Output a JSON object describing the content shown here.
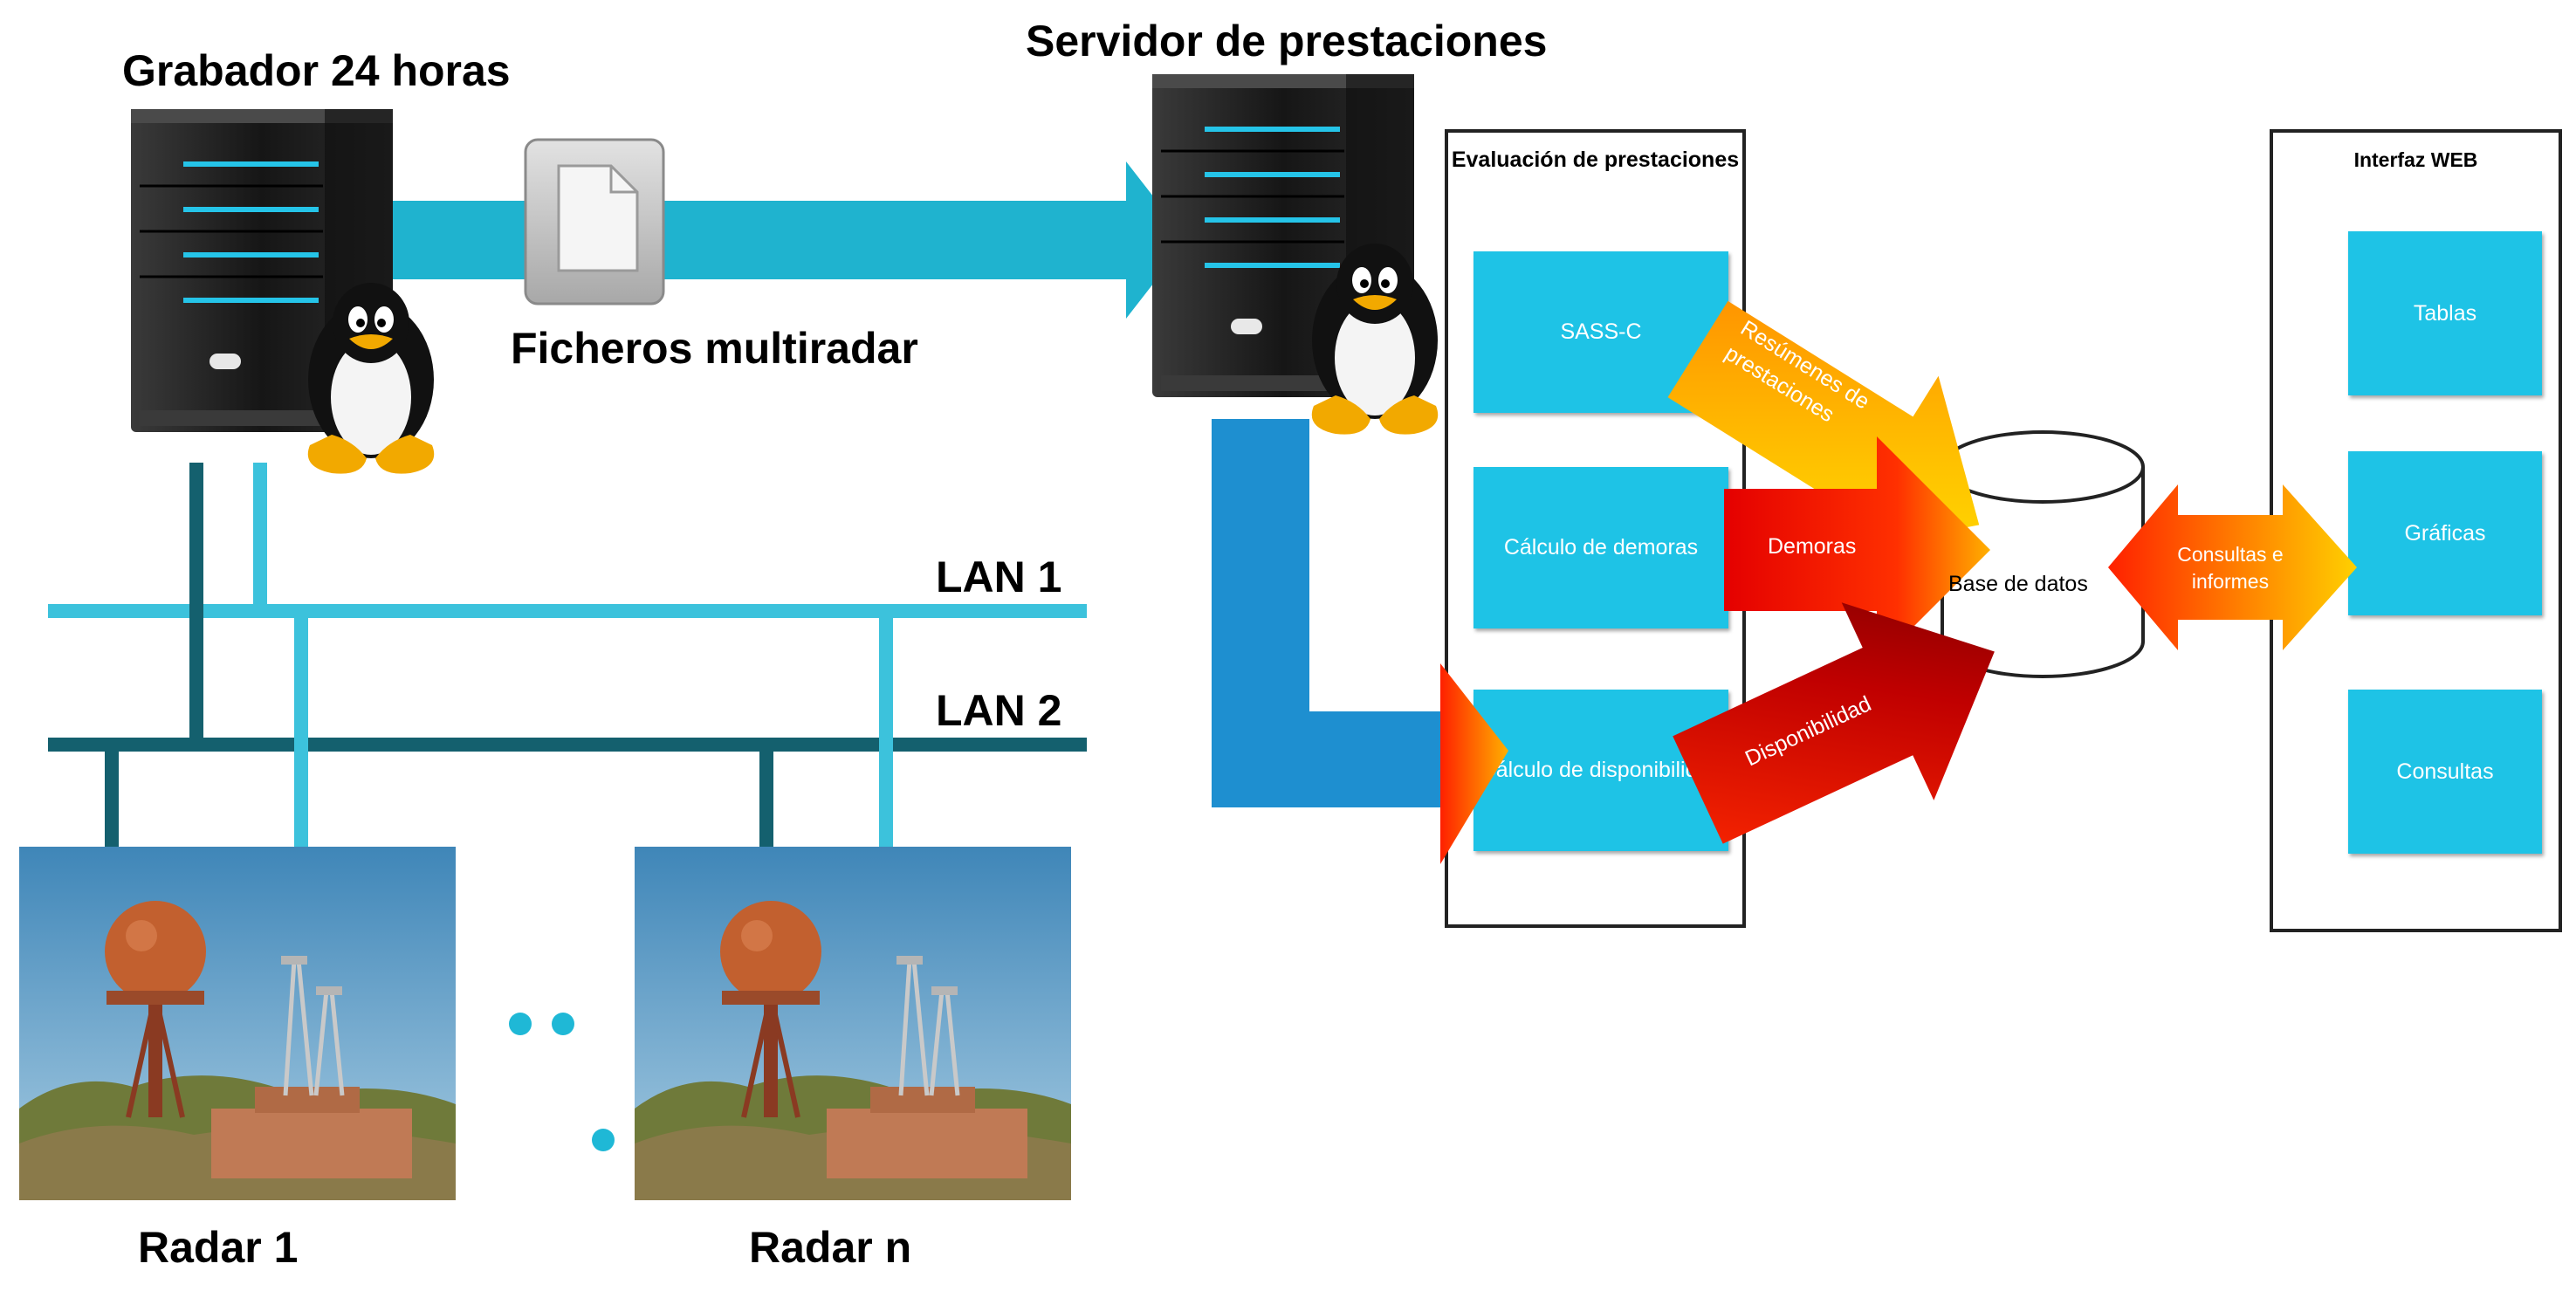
{
  "servers": {
    "recorder_title": "Grabador  24 horas",
    "perf_server_title": "Servidor de prestaciones",
    "file_label": "Ficheros multiradar"
  },
  "network": {
    "lan1": "LAN 1",
    "lan2": "LAN 2",
    "radar1": "Radar 1",
    "radarn": "Radar n"
  },
  "evaluation": {
    "title": "Evaluación de prestaciones",
    "sass": "SASS-C",
    "delays": "Cálculo de demoras",
    "availability": "Cálculo de disponibilidad"
  },
  "arrows": {
    "summaries": "Resúmenes de prestaciones",
    "delays": "Demoras",
    "availability": "Disponibilidad",
    "queries": "Consultas e informes"
  },
  "database": {
    "label": "Base de datos"
  },
  "web": {
    "title": "Interfaz WEB",
    "tables": "Tablas",
    "charts": "Gráficas",
    "queries": "Consultas"
  },
  "colors": {
    "lan1": "#3cc2dc",
    "lan2": "#14606e",
    "flow": "#1fb3cf",
    "box": "#1ec3e6"
  },
  "icons": [
    "server-icon",
    "linux-penguin-icon",
    "file-icon",
    "radar-icon"
  ]
}
